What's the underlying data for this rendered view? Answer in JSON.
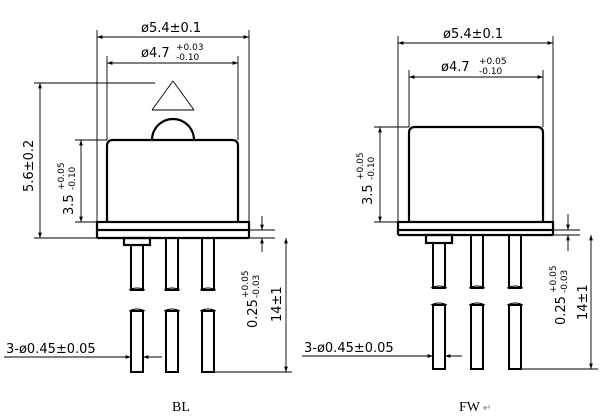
{
  "bl": {
    "dim_outer_dia": "ø5.4±0.1",
    "dim_inner_dia_main": "ø4.7",
    "dim_inner_dia_upper": "+0.03",
    "dim_inner_dia_lower": "-0.10",
    "dim_total_height": "5.6±0.2",
    "dim_body_height_main": "3.5",
    "dim_body_height_upper": "+0.05",
    "dim_body_height_lower": "-0.10",
    "dim_flange_main": "0.25",
    "dim_flange_upper": "+0.05",
    "dim_flange_lower": "-0.03",
    "dim_lead_length": "14±1",
    "dim_lead_dia": "3-ø0.45±0.05",
    "label": "BL"
  },
  "fw": {
    "dim_outer_dia": "ø5.4±0.1",
    "dim_inner_dia_main": "ø4.7",
    "dim_inner_dia_upper": "+0.05",
    "dim_inner_dia_lower": "-0.10",
    "dim_body_height_main": "3.5",
    "dim_body_height_upper": "+0.05",
    "dim_body_height_lower": "-0.10",
    "dim_flange_main": "0.25",
    "dim_flange_upper": "+0.05",
    "dim_flange_lower": "-0.03",
    "dim_lead_length": "14±1",
    "dim_lead_dia": "3-ø0.45±0.05",
    "label": "FW",
    "return_mark": "↵"
  }
}
